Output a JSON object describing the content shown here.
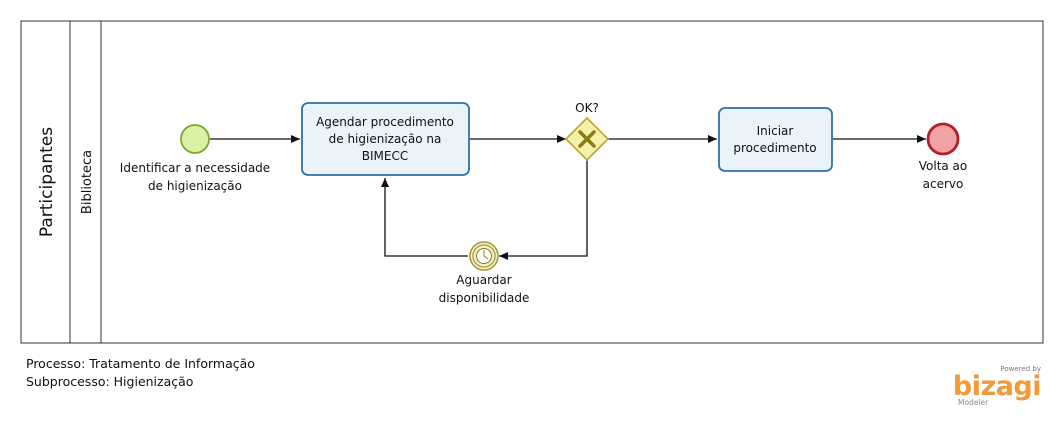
{
  "pool": {
    "label": "Participantes"
  },
  "lane": {
    "label": "Biblioteca"
  },
  "start_event": {
    "label_line1": "Identificar a necessidade",
    "label_line2": "de higienização"
  },
  "task_agendar": {
    "line1": "Agendar procedimento",
    "line2": "de higienização na",
    "line3": "BIMECC"
  },
  "gateway": {
    "label": "OK?"
  },
  "task_iniciar": {
    "line1": "Iniciar",
    "line2": "procedimento"
  },
  "timer_event": {
    "line1": "Aguardar",
    "line2": "disponibilidade"
  },
  "end_event": {
    "line1": "Volta ao",
    "line2": "acervo"
  },
  "footer": {
    "process": "Processo: Tratamento de Informação",
    "subprocess": "Subprocesso: Higienização"
  },
  "branding": {
    "powered_by": "Powered by",
    "name": "bizagi",
    "product": "Modeler"
  },
  "colors": {
    "start_fill": "#d9f2a5",
    "start_stroke": "#7aa52a",
    "task_fill": "#eaf2fa",
    "task_stroke": "#2f6fa7",
    "gateway_fill": "#f5f0a8",
    "gateway_stroke": "#b8a82c",
    "gateway_x": "#8a7d12",
    "timer_fill": "#f3efcf",
    "timer_stroke": "#a89a3c",
    "end_fill": "#f0a3a3",
    "end_stroke": "#b0202a",
    "brand_orange": "#f29a37"
  }
}
